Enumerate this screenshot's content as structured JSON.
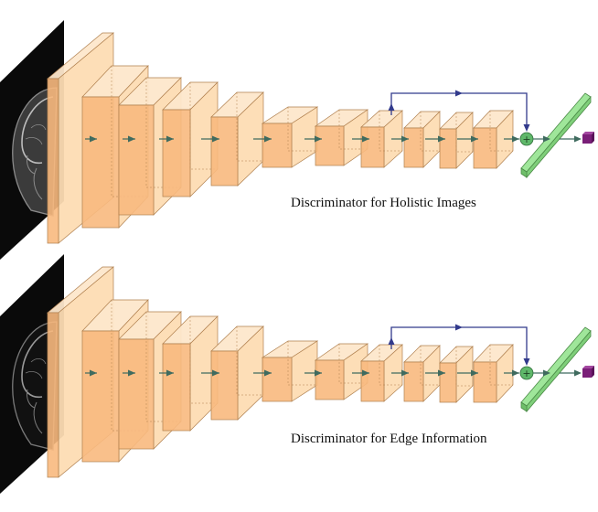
{
  "diagram": {
    "colors": {
      "block_front": "#f8b97e",
      "block_side": "#fddcb3",
      "block_top": "#fde7cb",
      "block_stroke": "#b0804f",
      "arrow": "#3f6b5f",
      "skip_arrow": "#323a8c",
      "adder": "#5fb86a",
      "fc_layer": "#9fe69a",
      "output": "#7a1f78"
    },
    "discriminators": [
      {
        "caption": "Discriminator for Holistic Images",
        "input_image": "mri-slice",
        "icon": "brain-mri-icon"
      },
      {
        "caption": "Discriminator for Edge Information",
        "input_image": "edge-map",
        "icon": "brain-edge-icon"
      }
    ],
    "adder_symbol": "+"
  }
}
